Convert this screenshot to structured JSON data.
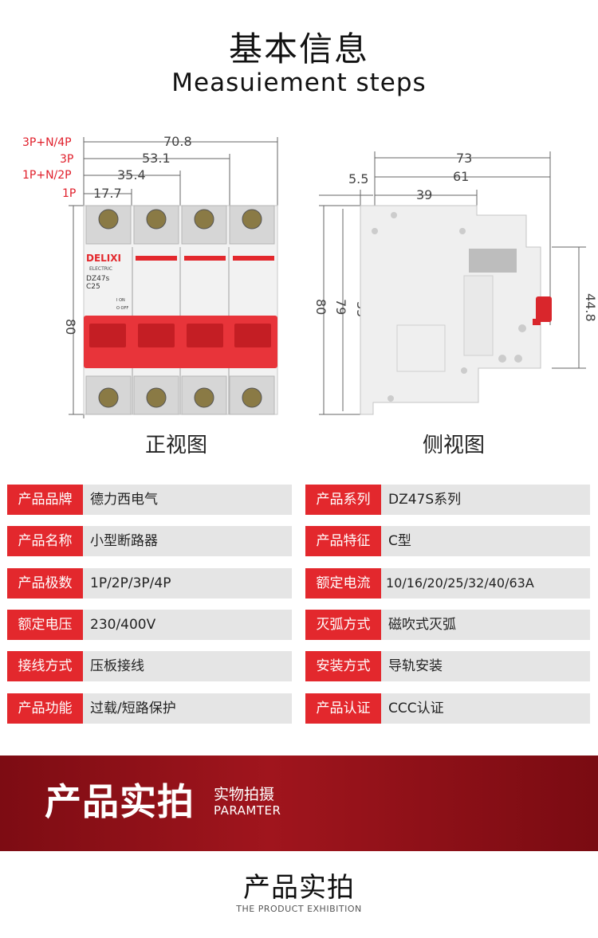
{
  "header": {
    "title_cn": "基本信息",
    "title_en": "Measuiement steps"
  },
  "front_view": {
    "pole_labels": [
      "3P+N/4P",
      "3P",
      "1P+N/2P",
      "1P"
    ],
    "widths": [
      "70.8",
      "53.1",
      "35.4",
      "17.7"
    ],
    "height": "80",
    "brand": "DELIXI",
    "brand_sub": "ELECTRIC",
    "model": "DZ47s",
    "rating": "C25",
    "on": "I ON",
    "off": "O OFF",
    "caption": "正视图"
  },
  "side_view": {
    "widths": [
      "73",
      "61",
      "39",
      "5.5"
    ],
    "heights": [
      "80",
      "79",
      "35",
      "44.8"
    ],
    "caption": "侧视图"
  },
  "specs": {
    "left": [
      {
        "label": "产品品牌",
        "value": "德力西电气"
      },
      {
        "label": "产品名称",
        "value": "小型断路器"
      },
      {
        "label": "产品极数",
        "value": "1P/2P/3P/4P"
      },
      {
        "label": "额定电压",
        "value": "230/400V"
      },
      {
        "label": "接线方式",
        "value": "压板接线"
      },
      {
        "label": "产品功能",
        "value": "过载/短路保护"
      }
    ],
    "right": [
      {
        "label": "产品系列",
        "value": "DZ47S系列"
      },
      {
        "label": "产品特征",
        "value": "C型"
      },
      {
        "label": "额定电流",
        "value": "10/16/20/25/32/40/63A"
      },
      {
        "label": "灭弧方式",
        "value": "磁吹式灭弧"
      },
      {
        "label": "安装方式",
        "value": "导轨安装"
      },
      {
        "label": "产品认证",
        "value": "CCC认证"
      }
    ]
  },
  "banner": {
    "main": "产品实拍",
    "sub": "实物拍摄",
    "en": "PARAMTER"
  },
  "footer": {
    "title_cn": "产品实拍",
    "title_en": "THE PRODUCT EXHIBITION"
  },
  "colors": {
    "accent_red": "#e3282d",
    "banner_dark_red": "#8b0f16",
    "spec_bg": "#e5e5e5"
  }
}
